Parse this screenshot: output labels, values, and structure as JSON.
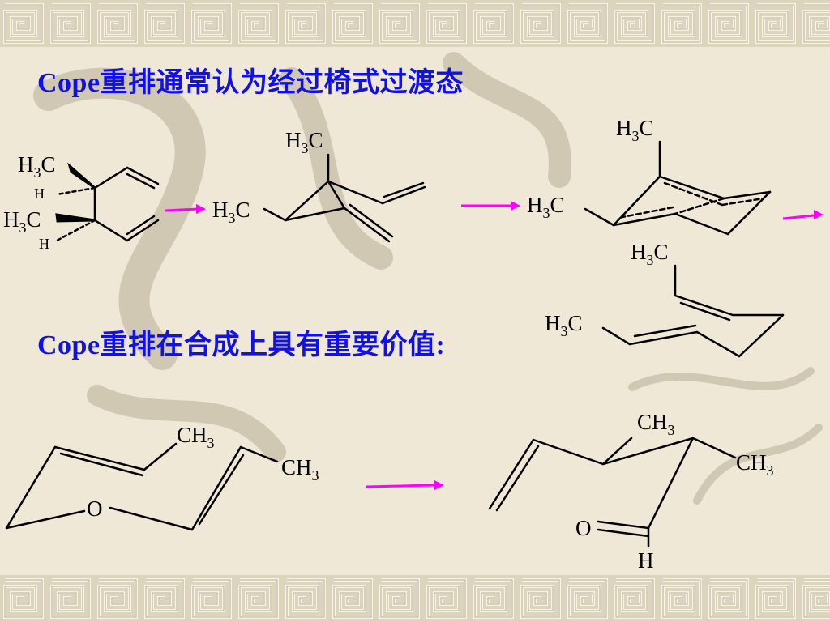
{
  "heading_1": "Cope重排通常认为经过椅式过渡态",
  "heading_2": "Cope重排在合成上具有重要价值:",
  "labels": {
    "h3c_prefix": "H",
    "h3c_num": "3",
    "h3c_suffix": "C",
    "ch3_prefix": "CH",
    "ch3_num": "3",
    "h_atom": "H",
    "o_atom": "O"
  },
  "colors": {
    "heading": "#1010e8",
    "arrow": "#ff00ff",
    "bond": "#000000",
    "background": "#efe8d6"
  }
}
